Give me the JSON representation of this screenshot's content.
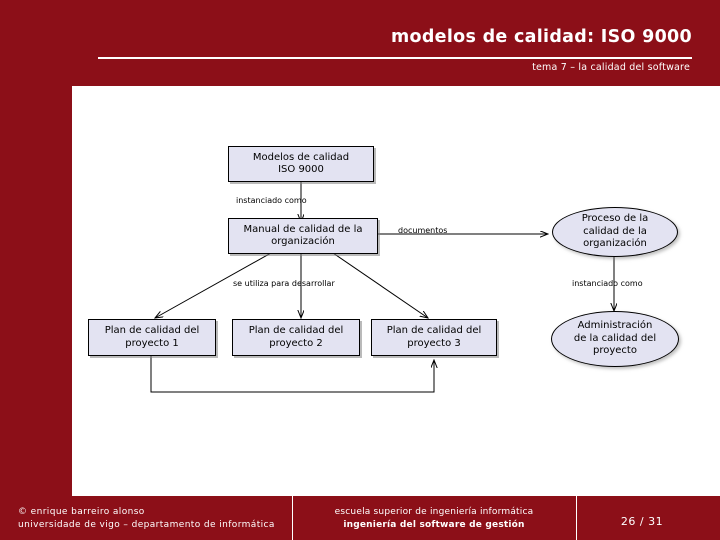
{
  "slide": {
    "title": "modelos de calidad: ISO 9000",
    "subtitle": "tema 7 – la calidad del software",
    "page_number": "26 / 31"
  },
  "footer": {
    "left_line1": "© enrique barreiro alonso",
    "left_line2": "universidade de vigo – departamento de informática",
    "center_line1": "escuela superior de ingeniería informática",
    "center_line2": "ingeniería del software de gestión"
  },
  "diagram": {
    "nodes": [
      {
        "id": "modelos",
        "label": "Modelos de calidad\nISO 9000"
      },
      {
        "id": "manual",
        "label": "Manual de calidad de la\norganización"
      },
      {
        "id": "proceso",
        "label": "Proceso de la\ncalidad de la\norganización"
      },
      {
        "id": "plan1",
        "label": "Plan de calidad del\nproyecto 1"
      },
      {
        "id": "plan2",
        "label": "Plan de calidad del\nproyecto 2"
      },
      {
        "id": "plan3",
        "label": "Plan de calidad del\nproyecto 3"
      },
      {
        "id": "admin",
        "label": "Administración\nde la calidad del\nproyecto"
      }
    ],
    "edge_labels": [
      {
        "id": "instanciado-1",
        "text": "instanciado como"
      },
      {
        "id": "documentos",
        "text": "documentos"
      },
      {
        "id": "se-utiliza",
        "text": "se utiliza para desarrollar"
      },
      {
        "id": "instanciado-2",
        "text": "instanciado como"
      }
    ]
  },
  "colors": {
    "frame": "#8c0f18",
    "node_fill": "#e3e3f2",
    "node_border": "#000000"
  }
}
